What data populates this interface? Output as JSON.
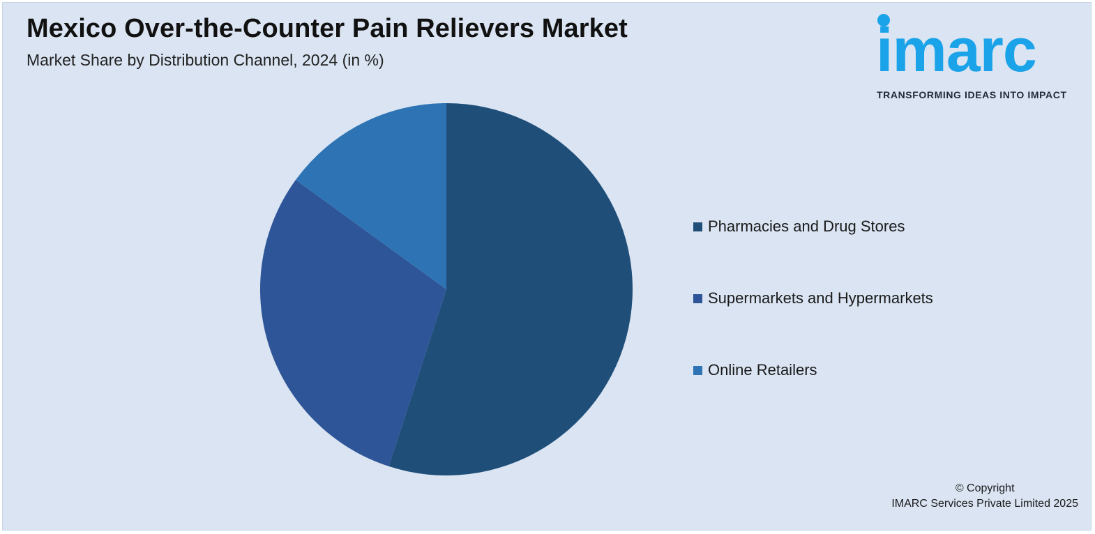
{
  "header": {
    "title": "Mexico Over-the-Counter Pain Relievers Market",
    "subtitle": "Market Share by Distribution Channel, 2024 (in %)"
  },
  "logo": {
    "wordmark": "imarc",
    "tagline": "TRANSFORMING IDEAS INTO IMPACT",
    "color": "#1aa3e8"
  },
  "chart_data": {
    "type": "pie",
    "title": "Mexico Over-the-Counter Pain Relievers Market",
    "subtitle": "Market Share by Distribution Channel, 2024 (in %)",
    "categories": [
      "Pharmacies and Drug Stores",
      "Supermarkets and Hypermarkets",
      "Online Retailers"
    ],
    "values": [
      55,
      30,
      15
    ],
    "colors": [
      "#1f4e79",
      "#2e5597",
      "#2e74b5"
    ],
    "start": "12 o'clock",
    "direction": "clockwise",
    "legend": "right"
  },
  "footer": {
    "copyright_line1": "© Copyright",
    "copyright_line2": "IMARC Services Private Limited 2025"
  }
}
